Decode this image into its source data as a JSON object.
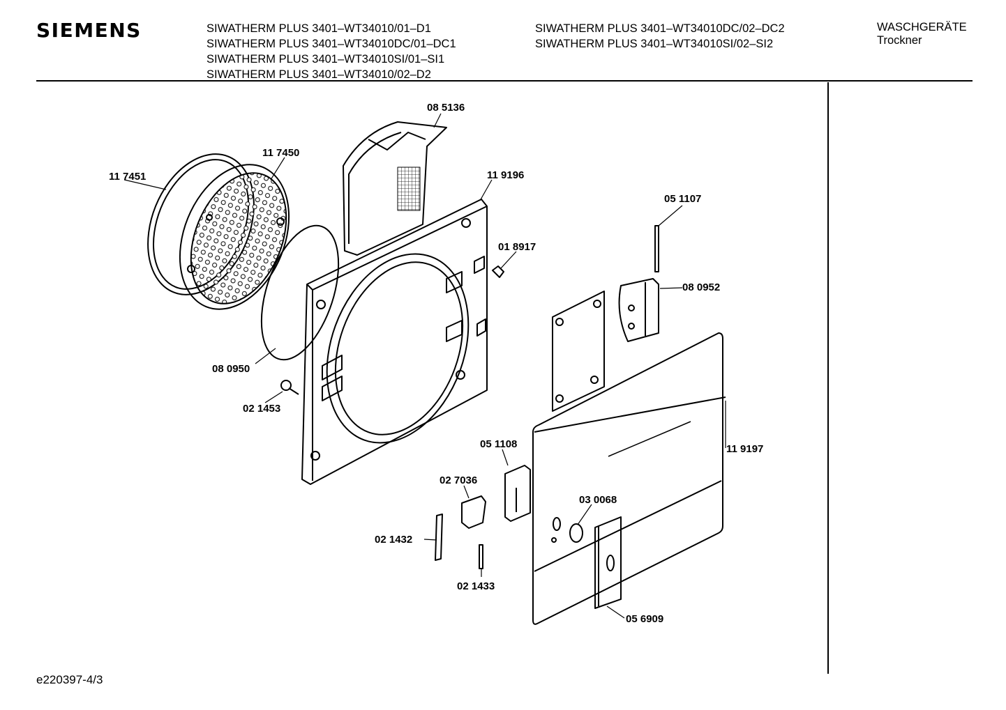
{
  "header": {
    "brand": "SIEMENS",
    "models_left": [
      "SIWATHERM PLUS 3401–WT34010/01–D1",
      "SIWATHERM PLUS 3401–WT34010DC/01–DC1",
      "SIWATHERM PLUS 3401–WT34010SI/01–SI1",
      "SIWATHERM PLUS 3401–WT34010/02–D2"
    ],
    "models_right": [
      "SIWATHERM PLUS 3401–WT34010DC/02–DC2",
      "SIWATHERM PLUS 3401–WT34010SI/02–SI2"
    ],
    "category": "WASCHGERÄTE",
    "subcategory": "Trockner"
  },
  "parts": {
    "p085136": "08 5136",
    "p117450": "11 7450",
    "p117451": "11 7451",
    "p119196": "11 9196",
    "p051107": "05 1107",
    "p018917": "01 8917",
    "p080952": "08 0952",
    "p080950": "08 0950",
    "p021453": "02 1453",
    "p119197": "11 9197",
    "p051108": "05 1108",
    "p027036": "02 7036",
    "p030068": "03 0068",
    "p021432": "02 1432",
    "p021433": "02 1433",
    "p056909": "05 6909"
  },
  "footer": {
    "drawing_id": "e220397-4/3"
  }
}
